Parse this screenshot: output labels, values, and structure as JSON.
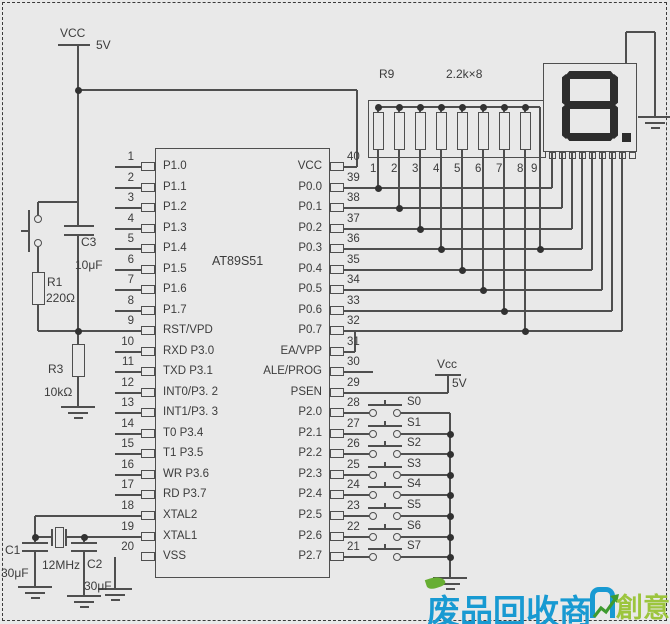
{
  "power_top": {
    "label": "VCC",
    "voltage": "5V"
  },
  "power_keys": {
    "label": "Vcc",
    "voltage": "5V"
  },
  "chip": {
    "name": "AT89S51",
    "left_pins": [
      {
        "num": "1",
        "label": "P1.0"
      },
      {
        "num": "2",
        "label": "P1.1"
      },
      {
        "num": "3",
        "label": "P1.2"
      },
      {
        "num": "4",
        "label": "P1.3"
      },
      {
        "num": "5",
        "label": "P1.4"
      },
      {
        "num": "6",
        "label": "P1.5"
      },
      {
        "num": "7",
        "label": "P1.6"
      },
      {
        "num": "8",
        "label": "P1.7"
      },
      {
        "num": "9",
        "label": "RST/VPD"
      },
      {
        "num": "10",
        "label": "RXD P3.0"
      },
      {
        "num": "11",
        "label": "TXD P3.1"
      },
      {
        "num": "12",
        "label": "INT0/P3. 2"
      },
      {
        "num": "13",
        "label": "INT1/P3. 3"
      },
      {
        "num": "14",
        "label": "T0 P3.4"
      },
      {
        "num": "15",
        "label": "T1 P3.5"
      },
      {
        "num": "16",
        "label": "WR P3.6"
      },
      {
        "num": "17",
        "label": "RD P3.7"
      },
      {
        "num": "18",
        "label": "XTAL2"
      },
      {
        "num": "19",
        "label": "XTAL1"
      },
      {
        "num": "20",
        "label": "VSS"
      }
    ],
    "right_pins": [
      {
        "num": "40",
        "label": "VCC"
      },
      {
        "num": "39",
        "label": "P0.0"
      },
      {
        "num": "38",
        "label": "P0.1"
      },
      {
        "num": "37",
        "label": "P0.2"
      },
      {
        "num": "36",
        "label": "P0.3"
      },
      {
        "num": "35",
        "label": "P0.4"
      },
      {
        "num": "34",
        "label": "P0.5"
      },
      {
        "num": "33",
        "label": "P0.6"
      },
      {
        "num": "32",
        "label": "P0.7"
      },
      {
        "num": "31",
        "label": "EA/VPP"
      },
      {
        "num": "30",
        "label": "ALE/PROG"
      },
      {
        "num": "29",
        "label": "PSEN"
      },
      {
        "num": "28",
        "label": "P2.0"
      },
      {
        "num": "27",
        "label": "P2.1"
      },
      {
        "num": "26",
        "label": "P2.2"
      },
      {
        "num": "25",
        "label": "P2.3"
      },
      {
        "num": "24",
        "label": "P2.4"
      },
      {
        "num": "23",
        "label": "P2.5"
      },
      {
        "num": "22",
        "label": "P2.6"
      },
      {
        "num": "21",
        "label": "P2.7"
      }
    ]
  },
  "resistor_network": {
    "ref": "R9",
    "value": "2.2k×8",
    "pin_numbers": [
      "1",
      "2",
      "3",
      "4",
      "5",
      "6",
      "7",
      "8",
      "9"
    ]
  },
  "parts": {
    "r1_ref": "R1",
    "r1_val": "220Ω",
    "r3_ref": "R3",
    "r3_val": "10kΩ",
    "c3_ref": "C3",
    "c3_val": "10μF",
    "c1_ref": "C1",
    "c1_val": "30μF",
    "c2_ref": "C2",
    "c2_val": "30μF",
    "xtal_val": "12MHz"
  },
  "display": {
    "digit": "8",
    "decimal_point": true
  },
  "switches": {
    "labels": [
      "S0",
      "S1",
      "S2",
      "S3",
      "S4",
      "S5",
      "S6",
      "S7"
    ]
  },
  "watermark": {
    "main": "废品回收商",
    "accent": "創意"
  },
  "colors": {
    "background": "#e9e9e9",
    "wire": "#4f4f4f",
    "text": "#3c3c3c",
    "segment": "#2d2d2d",
    "watermark_blue": "#189ad2",
    "watermark_green": "#9cc53d",
    "arrow_green": "#3f9b2f"
  }
}
